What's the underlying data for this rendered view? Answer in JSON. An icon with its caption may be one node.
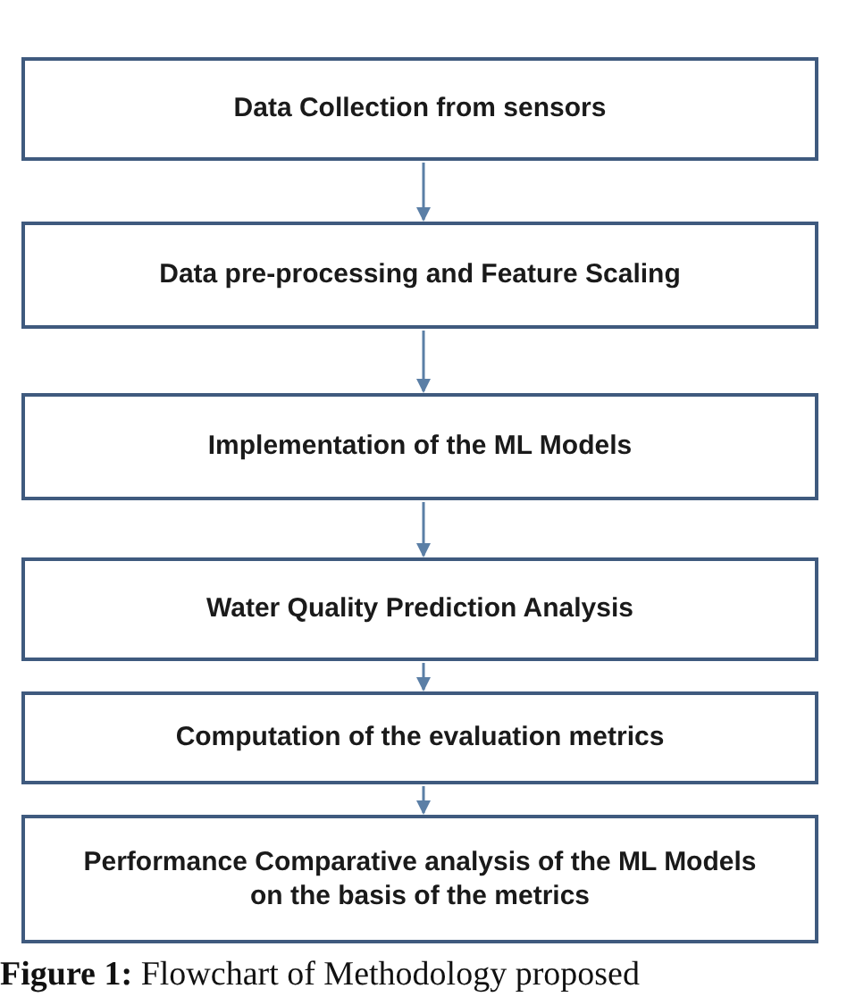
{
  "diagram": {
    "caption": "**Figure 1:** Flowchart of Methodology proposed",
    "nodes": [
      {
        "text": [
          "Data Collection from sensors"
        ]
      },
      {
        "text": [
          "Data pre-processing and Feature Scaling"
        ]
      },
      {
        "text": [
          "Implementation of the ML Models"
        ]
      },
      {
        "text": [
          "Water Quality Prediction Analysis"
        ]
      },
      {
        "text": [
          "Computation of the evaluation metrics"
        ]
      },
      {
        "text": [
          "Performance Comparative analysis of the ML Models on the basis of the metrics"
        ]
      }
    ],
    "edges": [
      {
        "from": 0,
        "to": 1,
        "arrow": "to"
      },
      {
        "from": 1,
        "to": 2,
        "arrow": "to"
      },
      {
        "from": 2,
        "to": 3,
        "arrow": "to"
      },
      {
        "from": 3,
        "to": 4,
        "arrow": "to"
      },
      {
        "from": 4,
        "to": 5,
        "arrow": "to"
      }
    ]
  }
}
